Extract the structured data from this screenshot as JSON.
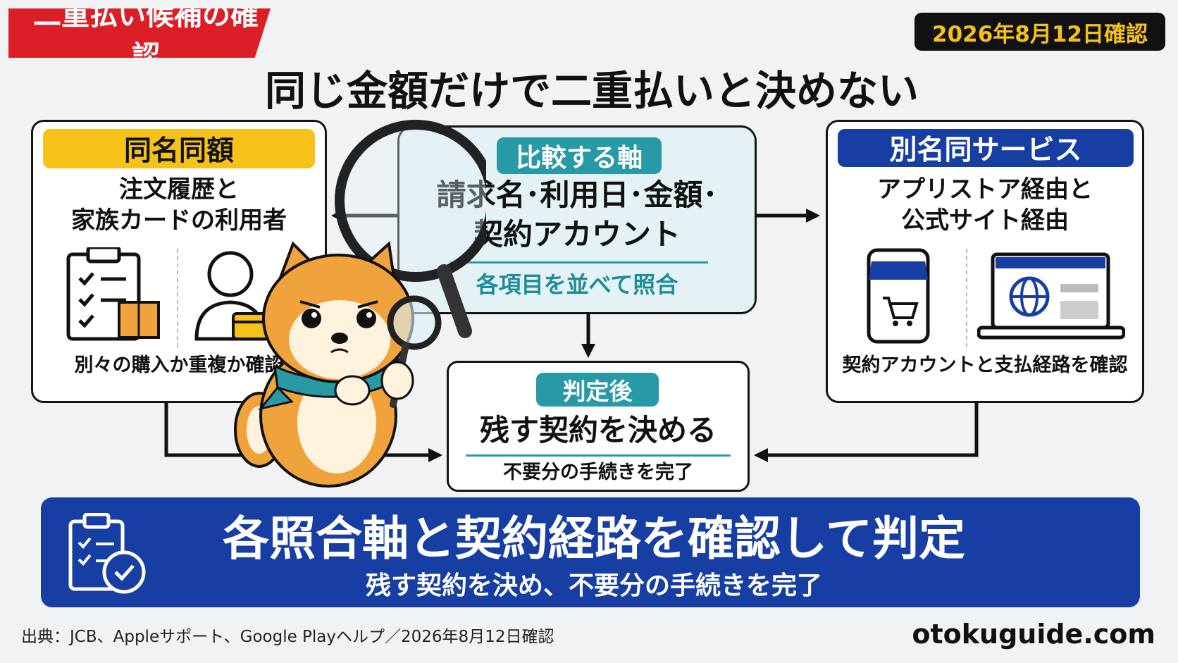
{
  "header": {
    "tag": "二重払い候補の確認",
    "date": "2026年8月12日確認",
    "title": "同じ金額だけで二重払いと決めない"
  },
  "left_card": {
    "label": "同名同額",
    "text_line1": "注文履歴と",
    "text_line2": "家族カードの利用者",
    "note": "別々の購入か重複か確認"
  },
  "center_card": {
    "label": "比較する軸",
    "text_line1": "請求名･利用日･金額･",
    "text_line2": "契約アカウント",
    "note": "各項目を並べて照合"
  },
  "right_card": {
    "label": "別名同サービス",
    "text_line1": "アプリストア経由と",
    "text_line2": "公式サイト経由",
    "note": "契約アカウントと支払経路を確認"
  },
  "after_card": {
    "label": "判定後",
    "main": "残す契約を決める",
    "note": "不要分の手続きを完了"
  },
  "footer": {
    "headline": "各照合軸と契約経路を確認して判定",
    "subline": "残す契約を決め、不要分の手続きを完了"
  },
  "source": "出典：JCB、Appleサポート、Google Playヘルプ／2026年8月12日確認",
  "site": "otokuguide.com",
  "colors": {
    "red": "#dc1f26",
    "yellow": "#f6c21a",
    "blue": "#173ea3",
    "teal": "#279aa5",
    "shiba": "#f0a23c"
  },
  "icons": [
    "clipboard-checklist-icon",
    "package-icon",
    "user-card-icon",
    "smartphone-store-icon",
    "laptop-globe-icon",
    "magnifier-icon",
    "checklist-badge-icon"
  ]
}
